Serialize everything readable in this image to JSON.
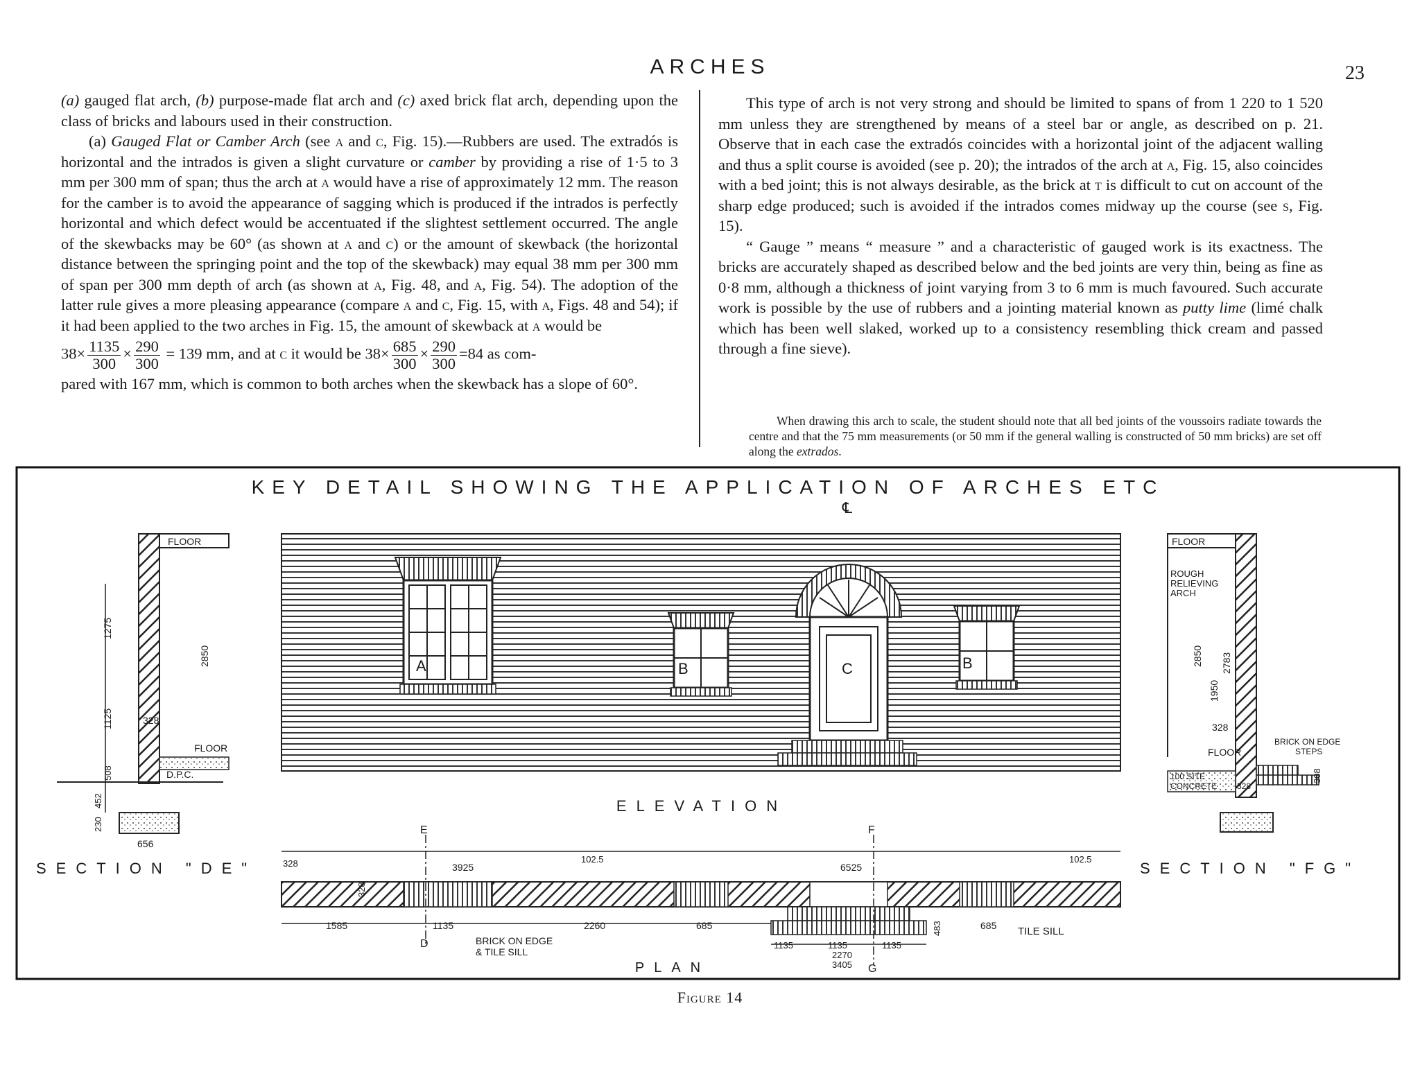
{
  "page": {
    "running_head": "ARCHES",
    "page_number": "23"
  },
  "left_column": {
    "p1_a": "(a)",
    "p1_t1": " gauged flat arch, ",
    "p1_b": "(b)",
    "p1_t2": " purpose-made flat arch and ",
    "p1_c": "(c)",
    "p1_t3": " axed brick flat arch, depending upon the class of bricks and labours used in their construction.",
    "p2_label": "(a)",
    "p2_title": "Gauged Flat or Camber Arch",
    "p2_t1": " (see ",
    "p2_A1": "a",
    "p2_t2": " and ",
    "p2_C1": "c",
    "p2_t3": ", Fig. 15).—Rubbers are used. The extradós is horizontal and the intrados is given a slight curvature or ",
    "p2_camber": "camber",
    "p2_t4": " by providing a rise of 1·5 to 3 mm per 300 mm of span; thus the arch at ",
    "p2_A2": "a",
    "p2_t5": " would have a rise of approximately 12 mm. The reason for the camber is to avoid the appearance of sagging which is produced if the intrados is perfectly horizontal and which defect would be accentuated if the slightest settlement occurred. The angle of the skewbacks may be 60° (as shown at ",
    "p2_A3": "a",
    "p2_t6": " and ",
    "p2_C2": "c",
    "p2_t7": ") or the amount of skewback (the horizontal distance between the springing point and the top of the skewback) may equal 38 mm per 300 mm of span per 300 mm depth of arch (as shown at ",
    "p2_A4": "a",
    "p2_t8": ", Fig. 48, and ",
    "p2_A5": "a",
    "p2_t9": ", Fig. 54). The adoption of the latter rule gives a more pleasing appearance (compare ",
    "p2_A6": "a",
    "p2_t10": " and ",
    "p2_C3": "c",
    "p2_t11": ", Fig. 15, with ",
    "p2_A7": "a",
    "p2_t12": ", Figs. 48 and 54); if it had been applied to the two arches in Fig. 15, the amount of skewback at ",
    "p2_A8": "a",
    "p2_t13": " would be",
    "eq1_pre": "38×",
    "eq1_n1": "1135",
    "eq1_d1": "300",
    "eq1_x": "×",
    "eq1_n2": "290",
    "eq1_d2": "300",
    "eq1_post": " = 139 mm, and at ",
    "eq1_C": "c",
    "eq1_mid": " it would be ",
    "eq2_pre": "38×",
    "eq2_n1": "685",
    "eq2_d1": "300",
    "eq2_x": "×",
    "eq2_n2": "290",
    "eq2_d2": "300",
    "eq2_post": "=84 as com-",
    "p2_t14": "pared with 167 mm, which is common to both arches when the skewback has a slope of 60°."
  },
  "right_column": {
    "p1_t1": "This type of arch is not very strong and should be limited to spans of from 1 220 to 1 520 mm unless they are strengthened by means of a steel bar or angle, as described on p. 21. Observe that in each case the extradós coincides with a horizontal joint of the adjacent walling and thus a split course is avoided (see p. 20); the intrados of the arch at ",
    "p1_A": "a",
    "p1_t2": ", Fig. 15, also coincides with a bed joint; this is not always desirable, as the brick at ",
    "p1_T": "t",
    "p1_t3": " is difficult to cut on account of the sharp edge produced; such is avoided if the intrados comes midway up the course (see ",
    "p1_S": "s",
    "p1_t4": ", Fig. 15).",
    "p2_t1": "“ Gauge ” means “ measure ” and a characteristic of gauged work is its exactness. The bricks are accurately shaped as described below and the bed joints are very thin, being as fine as 0·8 mm, although a thickness of joint varying from 3 to 6 mm is much favoured. Such accurate work is possible by the use of rubbers and a jointing material known as ",
    "p2_putty": "putty lime",
    "p2_t2": " (limé chalk which has been well slaked, worked up to a consistency resembling thick cream and passed through a fine sieve).",
    "note_t1": "When drawing this arch to scale, the student should note that all bed joints of the voussoirs radiate towards the centre and that the 75 mm measurements (or 50 mm if the general walling is constructed of 50 mm bricks) are set off along the ",
    "note_extrados": "extrados",
    "note_t2": "."
  },
  "figure": {
    "title": "KEY DETAIL SHOWING THE APPLICATION OF ARCHES ETC",
    "centre_line": "℄",
    "elevation_label": "ELEVATION",
    "plan_label": "PLAN",
    "section_de_label": "SECTION \"DE\"",
    "section_fg_label": "SECTION \"FG\"",
    "caption": "Figure 14",
    "window_A": "A",
    "window_B1": "B",
    "door_C": "C",
    "window_B2": "B",
    "de": {
      "floor_top": "FLOOR",
      "d1275": "1275",
      "d2850": "2850",
      "d1125": "1125",
      "d328": "328",
      "floor": "FLOOR",
      "dpc": "D.P.C.",
      "d508": "508",
      "d452": "452",
      "d230": "230",
      "d656": "656"
    },
    "fg": {
      "floor_top": "FLOOR",
      "rough_1": "ROUGH",
      "rough_2": "RELIEVING",
      "rough_3": "ARCH",
      "d2850": "2850",
      "d2783": "2783",
      "d1950": "1950",
      "d328": "328",
      "brick_1": "BRICK ON EDGE",
      "brick_2": "STEPS",
      "floor": "FLOOR",
      "site_1": "100 SITE",
      "site_2": "CONCRETE",
      "d328b": "328",
      "d308": "308"
    },
    "plan": {
      "E": "E",
      "D": "D",
      "F": "F",
      "G": "G",
      "d328": "328",
      "d328b": "328",
      "d3925": "3925",
      "d1025a": "102.5",
      "d6525": "6525",
      "d1025b": "102.5",
      "d1585": "1585",
      "d1135": "1135",
      "d2260": "2260",
      "d685a": "685",
      "d685b": "685",
      "d483": "483",
      "d1135a": "1135",
      "d1135b": "1135",
      "d1135c": "1135",
      "d2270": "2270",
      "d3405": "3405",
      "brick_1": "BRICK ON EDGE",
      "brick_2": "& TILE SILL",
      "tile_sill": "TILE SILL"
    }
  }
}
